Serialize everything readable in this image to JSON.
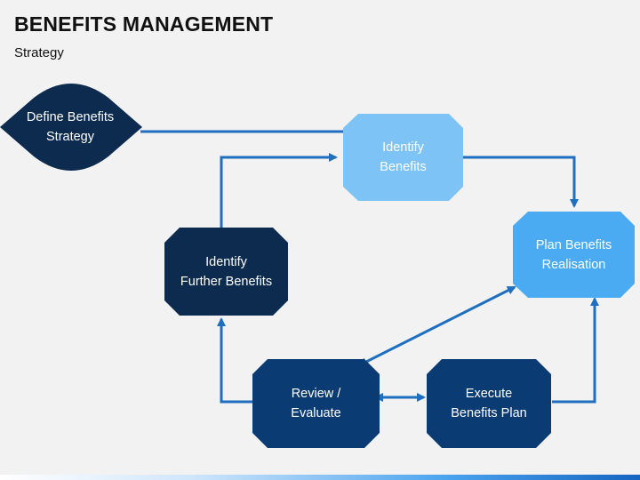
{
  "header": {
    "title": "BENEFITS MANAGEMENT",
    "subtitle": "Strategy"
  },
  "colors": {
    "dark_navy": "#0d2b4f",
    "navy": "#0b3b73",
    "light_blue": "#7ec3f5",
    "sky_blue": "#4aabf2",
    "arrow": "#1f6fc0"
  },
  "nodes": {
    "define": "Define Benefits\nStrategy",
    "identify": "Identify\nBenefits",
    "plan": "Plan Benefits\nRealisation",
    "further": "Identify\nFurther Benefits",
    "review": "Review /\nEvaluate",
    "execute": "Execute\nBenefits Plan"
  }
}
